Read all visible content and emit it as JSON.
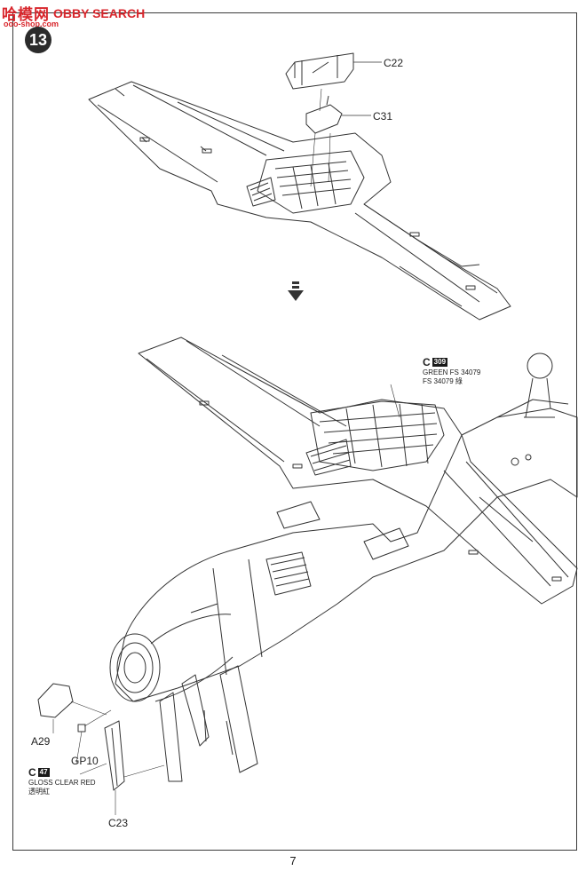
{
  "watermark": {
    "cn": "哈模网",
    "en": "OBBY SEARCH",
    "url": "ooo-shop.com"
  },
  "step": {
    "number": "13"
  },
  "callouts": {
    "c22": "C22",
    "c31": "C31",
    "a29": "A29",
    "gp10": "GP10",
    "c23": "C23"
  },
  "paint_green": {
    "part": "C",
    "chip": "309",
    "line1": "GREEN FS 34079",
    "line2": "FS 34079 綠"
  },
  "paint_red": {
    "part": "C",
    "chip": "47",
    "line1": "GLOSS CLEAR RED",
    "line2": "透明紅"
  },
  "arrow_icon": "down-arrow-icon",
  "page": {
    "number": "7"
  }
}
